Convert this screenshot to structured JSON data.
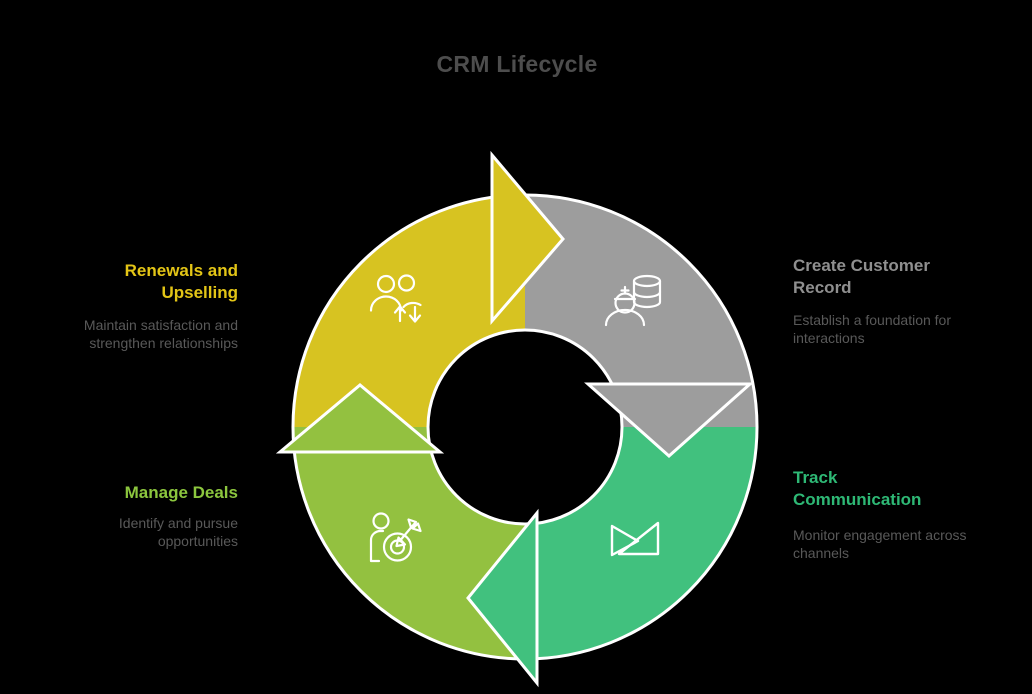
{
  "title": "CRM Lifecycle",
  "colors": {
    "background": "#000000",
    "title": "#4d4d4d",
    "body_text": "#595959",
    "outline": "#ffffff",
    "icon_stroke": "#ffffff"
  },
  "cycle": {
    "direction": "clockwise",
    "segments": [
      {
        "id": "renewals-upselling",
        "position": "top-left",
        "label": "Renewals and\nUpselling",
        "description": "Maintain satisfaction and\nstrengthen relationships",
        "color": "#d7c321",
        "label_color": "#e3c516",
        "icon": "people-upsell-icon"
      },
      {
        "id": "create-customer-record",
        "position": "top-right",
        "label": "Create Customer\nRecord",
        "description": "Establish a foundation for\ninteractions",
        "color": "#9d9d9d",
        "label_color": "#8f8f8f",
        "icon": "person-database-icon"
      },
      {
        "id": "track-communication",
        "position": "bottom-right",
        "label": "Track\nCommunication",
        "description": "Monitor engagement across\nchannels",
        "color": "#41c17e",
        "label_color": "#2eb875",
        "icon": "mail-triangles-icon"
      },
      {
        "id": "manage-deals",
        "position": "bottom-left",
        "label": "Manage Deals",
        "description": "Identify and pursue\nopportunities",
        "color": "#93c140",
        "label_color": "#8cc63e",
        "icon": "person-target-icon"
      }
    ]
  }
}
